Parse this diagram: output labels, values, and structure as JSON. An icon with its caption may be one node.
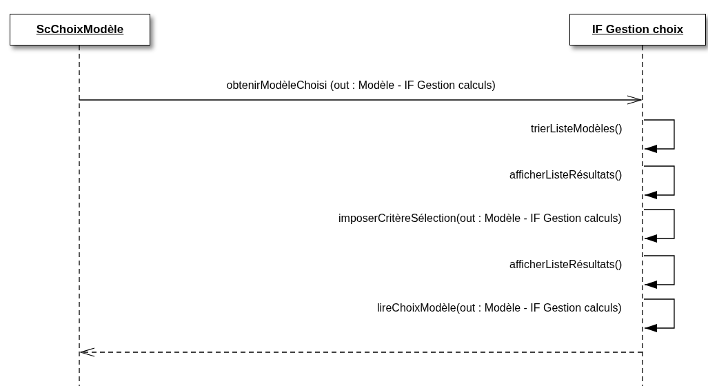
{
  "diagram": {
    "nodes": [
      {
        "text": [
          "ScChoixModèle"
        ]
      },
      {
        "text": [
          "IF Gestion choix"
        ]
      }
    ],
    "edges": [
      {
        "from": 0,
        "to": 1,
        "arrow": "to",
        "label": "obtenirModèleChoisi (out : Modèle - IF Gestion calculs)"
      },
      {
        "from": 1,
        "to": 1,
        "arrow": "to",
        "label": "trierListeModèles()"
      },
      {
        "from": 1,
        "to": 1,
        "arrow": "to",
        "label": "afficherListeRésultats()"
      },
      {
        "from": 1,
        "to": 1,
        "arrow": "to",
        "label": "imposerCritèreSélection(out : Modèle - IF Gestion calculs)"
      },
      {
        "from": 1,
        "to": 1,
        "arrow": "to",
        "label": "afficherListeRésultats()"
      },
      {
        "from": 1,
        "to": 1,
        "arrow": "to",
        "label": "lireChoixModèle(out : Modèle - IF Gestion calculs)"
      },
      {
        "from": 1,
        "to": 0,
        "arrow": "to",
        "style": "dashed"
      }
    ]
  }
}
